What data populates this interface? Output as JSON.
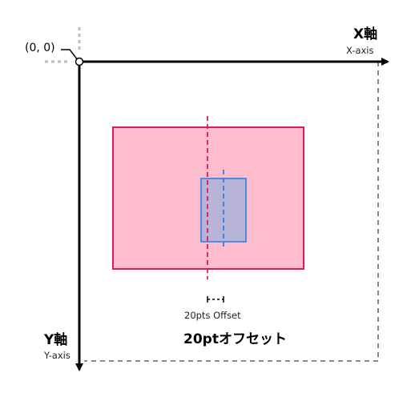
{
  "origin_label": "(0, 0)",
  "x_axis": {
    "title": "X軸",
    "subtitle": "X-axis"
  },
  "y_axis": {
    "title": "Y軸",
    "subtitle": "Y-axis"
  },
  "offset": {
    "small_label": "20pts Offset",
    "large_label": "20ptオフセット"
  },
  "colors": {
    "axis": "#000000",
    "guide_gray": "#bbbbbb",
    "bounds_dash": "#444444",
    "outer_fill": "#fdbdcc",
    "outer_stroke": "#e0195a",
    "inner_fill": "#b7b4d8",
    "inner_stroke": "#2f7fe8"
  }
}
